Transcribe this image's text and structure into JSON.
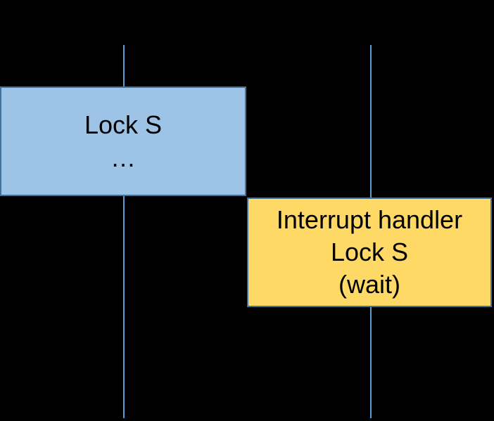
{
  "slide": {
    "background_color": "#000000",
    "accent_colors": {
      "timeline_blue": "#5B9BD5",
      "box_border_blue": "#41719C",
      "blue_box_fill": "#9DC3E6",
      "yellow_box_fill": "#FFD966",
      "text_color": "#000000"
    },
    "timelines": [
      {
        "name": "left-timeline"
      },
      {
        "name": "right-timeline"
      }
    ],
    "boxes": [
      {
        "name": "lock-s-box",
        "lines": [
          "Lock S",
          "…"
        ]
      },
      {
        "name": "interrupt-handler-box",
        "lines": [
          "Interrupt handler",
          "Lock S",
          "(wait)"
        ]
      }
    ]
  }
}
